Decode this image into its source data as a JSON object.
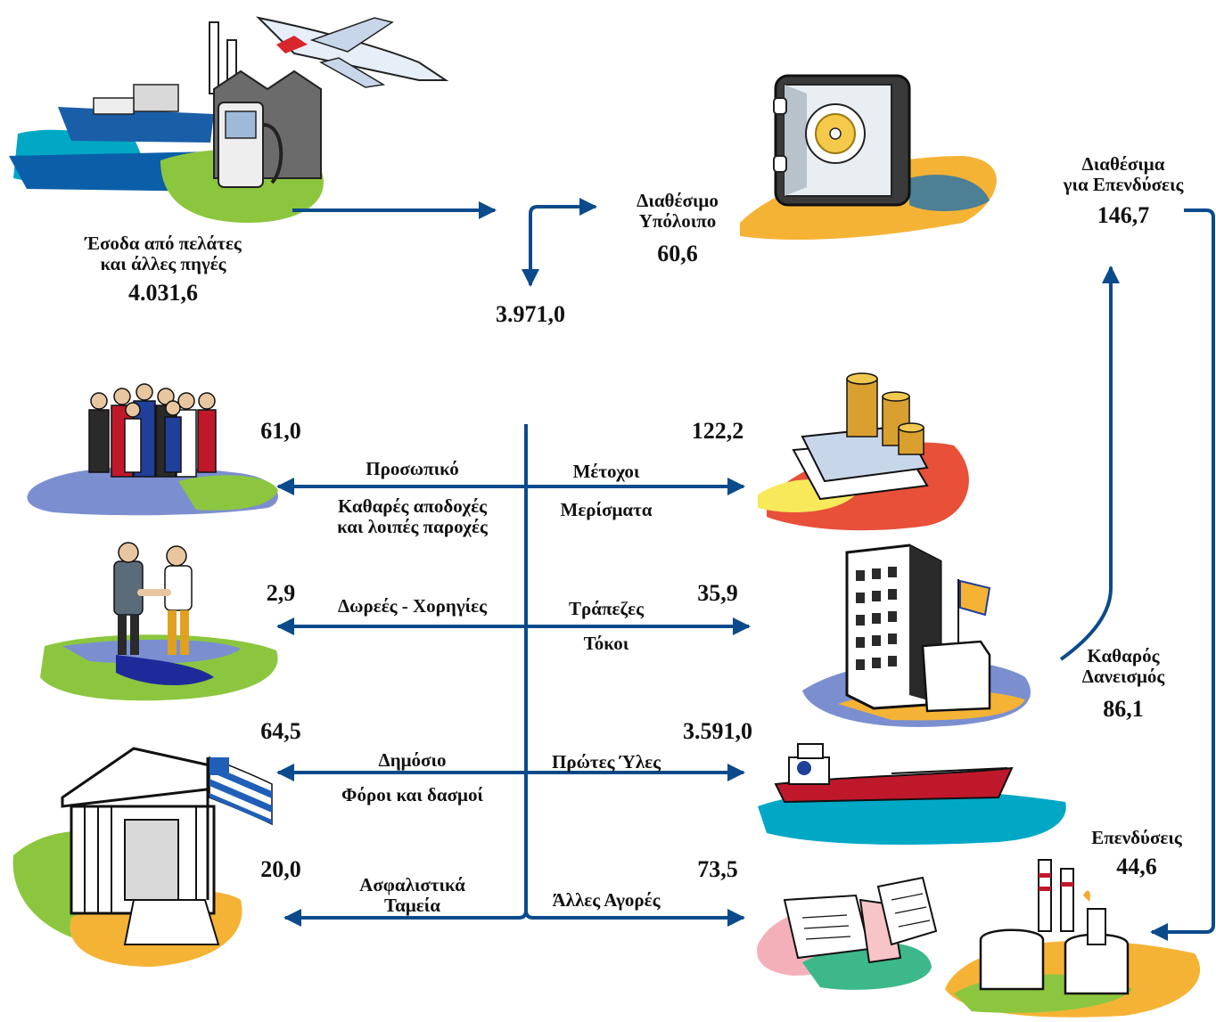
{
  "source": {
    "label_line1": "Έσοδα από πελάτες",
    "label_line2": "και άλλες πηγές",
    "value": "4.031,6"
  },
  "expenses_total": {
    "value": "3.971,0"
  },
  "balance": {
    "label_line1": "Διαθέσιμο",
    "label_line2": "Υπόλοιπο",
    "value": "60,6"
  },
  "investment_available": {
    "label_line1": "Διαθέσιμα",
    "label_line2": "για Επενδύσεις",
    "value": "146,7"
  },
  "net_borrowing": {
    "label_line1": "Καθαρός",
    "label_line2": "Δανεισμός",
    "value": "86,1"
  },
  "investments": {
    "label": "Επενδύσεις",
    "value": "44,6"
  },
  "flows_left": [
    {
      "value": "61,0",
      "label_above": "Προσωπικό",
      "label_below_1": "Καθαρές αποδοχές",
      "label_below_2": "και λοιπές παροχές",
      "icon": "people-group-icon"
    },
    {
      "value": "2,9",
      "label_above": "Δωρεές - Χορηγίες",
      "label_below_1": "",
      "label_below_2": "",
      "icon": "handshake-icon"
    },
    {
      "value": "64,5",
      "label_above": "Δημόσιο",
      "label_below_1": "Φόροι και δασμοί",
      "label_below_2": "",
      "icon": "government-building-flag-icon"
    },
    {
      "value": "20,0",
      "label_above": "Ασφαλιστικά",
      "label_below_1": "Ταμεία",
      "label_below_2": "",
      "icon": "government-building-flag-icon"
    }
  ],
  "flows_right": [
    {
      "value": "122,2",
      "label_above": "Μέτοχοι",
      "label_below_1": "Μερίσματα",
      "icon": "money-coins-icon"
    },
    {
      "value": "35,9",
      "label_above": "Τράπεζες",
      "label_below_1": "Τόκοι",
      "icon": "bank-building-icon"
    },
    {
      "value": "3.591,0",
      "label_above": "Πρώτες Ύλες",
      "label_below_1": "",
      "icon": "tanker-ship-icon"
    },
    {
      "value": "73,5",
      "label_above": "Άλλες Αγορές",
      "label_below_1": "",
      "icon": "documents-icon"
    }
  ],
  "colors": {
    "arrow": "#0b4a8b",
    "green": "#8cc63f",
    "blue_ground": "#7b8fd0",
    "yellow": "#f5b335",
    "orange": "#f4a83a",
    "red": "#e8503a",
    "sea": "#00a8c6"
  }
}
